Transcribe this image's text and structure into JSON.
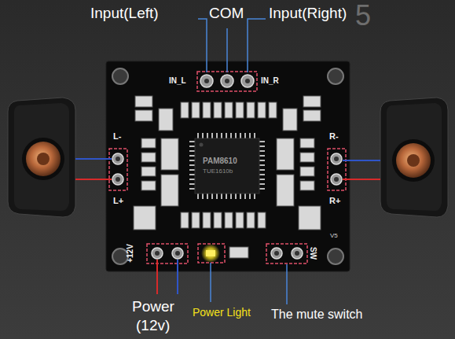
{
  "diagram": {
    "labels": [
      "5",
      "Input(Left)",
      "COM",
      "Input(Right)",
      "IN_L",
      "IN_R",
      "L-",
      "L+",
      "R-",
      "R+",
      "PAM8610",
      "TUE1610b",
      "+12V",
      "SW",
      "V5",
      "Power",
      "(12v)",
      "Power Light",
      "The mute switch"
    ]
  }
}
